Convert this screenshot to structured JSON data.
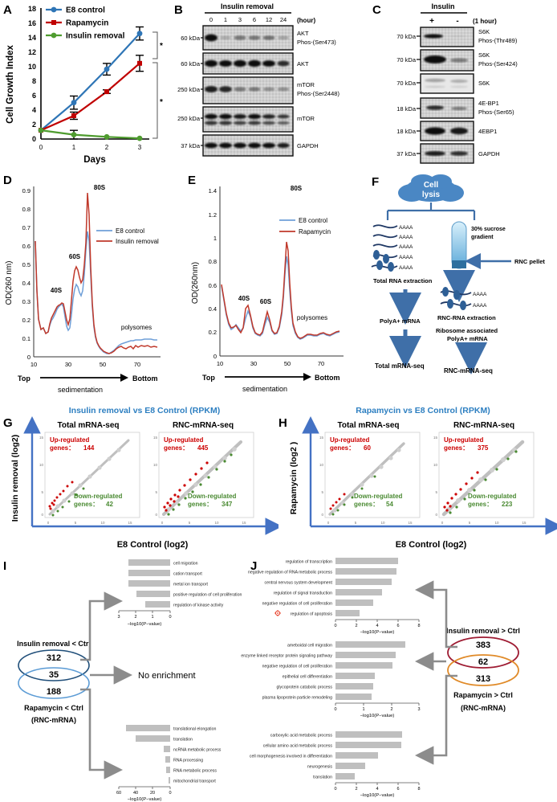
{
  "figure": {
    "panels": [
      "A",
      "B",
      "C",
      "D",
      "E",
      "F",
      "G",
      "H",
      "I",
      "J"
    ]
  },
  "panelA": {
    "label": "A",
    "ylabel": "Cell Growth Index",
    "xlabel": "Days",
    "sig_marks": [
      "*",
      "*"
    ],
    "chart_data": {
      "type": "line",
      "title": "",
      "xlabel": "Days",
      "ylabel": "Cell Growth Index",
      "x": [
        0,
        1,
        2,
        3
      ],
      "xticks": [
        "0",
        "1",
        "2",
        "3"
      ],
      "yticks": [
        "0",
        "2",
        "4",
        "6",
        "8",
        "10",
        "12",
        "14",
        "16",
        "18"
      ],
      "xlim": [
        0,
        3.3
      ],
      "ylim": [
        0,
        18
      ],
      "grid": false,
      "legend_position": "top-left",
      "series": [
        {
          "name": "E8 control",
          "color": "#2e75b6",
          "values": [
            1.2,
            5.0,
            9.6,
            14.5
          ],
          "errors": [
            0.15,
            0.9,
            0.8,
            0.9
          ]
        },
        {
          "name": "Rapamycin",
          "color": "#c00000",
          "values": [
            1.2,
            3.2,
            6.5,
            10.4
          ],
          "errors": [
            0.15,
            0.5,
            0.25,
            1.1
          ]
        },
        {
          "name": "Insulin removal",
          "color": "#4f9c2f",
          "values": [
            1.2,
            0.6,
            0.3,
            0.1
          ],
          "errors": [
            0.1,
            0.6,
            0.1,
            0.05
          ]
        }
      ]
    }
  },
  "panelB": {
    "label": "B",
    "header": "Insulin removal",
    "unit": "(hour)",
    "lanes": [
      "0",
      "1",
      "3",
      "6",
      "12",
      "24"
    ],
    "rows": [
      {
        "kda": "60 kDa",
        "name_line1": "AKT",
        "name_line2": "Phos-(Ser473)",
        "intensities": [
          1.0,
          0.12,
          0.32,
          0.28,
          0.3,
          0.14
        ]
      },
      {
        "kda": "60 kDa",
        "name_line1": "AKT",
        "name_line2": "",
        "intensities": [
          0.95,
          0.92,
          0.95,
          0.95,
          0.9,
          0.8
        ]
      },
      {
        "kda": "250 kDa",
        "name_line1": "mTOR",
        "name_line2": "Phos-(Ser2448)",
        "intensities": [
          0.9,
          0.85,
          0.45,
          0.4,
          0.3,
          0.3
        ]
      },
      {
        "kda": "250 kDa",
        "name_line1": "mTOR",
        "name_line2": "",
        "intensities": [
          0.9,
          0.9,
          0.85,
          0.88,
          0.8,
          0.7
        ]
      },
      {
        "kda": "37 kDa",
        "name_line1": "GAPDH",
        "name_line2": "",
        "intensities": [
          0.85,
          0.85,
          0.85,
          0.85,
          0.85,
          0.8
        ]
      }
    ]
  },
  "panelC": {
    "label": "C",
    "header": "Insulin",
    "unit": "(1 hour)",
    "lanes": [
      "+",
      "-"
    ],
    "rows": [
      {
        "kda": "70 kDa",
        "name_line1": "S6K",
        "name_line2": "Phos-(Thr489)",
        "intensities": [
          0.95,
          0.04
        ]
      },
      {
        "kda": "70 kDa",
        "name_line1": "S6K",
        "name_line2": "Phos-(Ser424)",
        "intensities": [
          1.0,
          0.4
        ]
      },
      {
        "kda": "70 kDa",
        "name_line1": "S6K",
        "name_line2": "",
        "intensities": [
          0.25,
          0.25
        ]
      },
      {
        "kda": "18 kDa",
        "name_line1": "4E-BP1",
        "name_line2": "Phos-(Ser65)",
        "intensities": [
          0.75,
          0.4
        ]
      },
      {
        "kda": "18 kDa",
        "name_line1": "4EBP1",
        "name_line2": "",
        "intensities": [
          0.95,
          0.9
        ]
      },
      {
        "kda": "37 kDa",
        "name_line1": "GAPDH",
        "name_line2": "",
        "intensities": [
          0.8,
          0.75
        ]
      }
    ]
  },
  "panelD": {
    "label": "D",
    "ylabel": "OD(260 nm)",
    "axis_left": "Top",
    "axis_right": "Bottom",
    "axis_center": "sedimentation",
    "peak_labels": [
      "40S",
      "60S",
      "80S",
      "polysomes"
    ],
    "chart_data": {
      "type": "line",
      "title": "",
      "xlabel": "sedimentation",
      "ylabel": "OD(260 nm)",
      "xticks": [
        "10",
        "30",
        "50",
        "70"
      ],
      "yticks": [
        "0",
        "0.1",
        "0.2",
        "0.3",
        "0.4",
        "0.5",
        "0.6",
        "0.7",
        "0.8",
        "0.9"
      ],
      "xlim": [
        10,
        78
      ],
      "ylim": [
        0,
        0.9
      ],
      "annotations": [
        {
          "text": "40S",
          "x": 23,
          "y": 0.38
        },
        {
          "text": "60S",
          "x": 35,
          "y": 0.58
        },
        {
          "text": "80S",
          "x": 43,
          "y": 0.9
        },
        {
          "text": "polysomes",
          "x": 66,
          "y": 0.14
        }
      ],
      "legend_position": "right",
      "series": [
        {
          "name": "E8 control",
          "color": "#6f9fd8"
        },
        {
          "name": "Insulin removal",
          "color": "#c0392b"
        }
      ]
    }
  },
  "panelE": {
    "label": "E",
    "ylabel": "OD(260nm)",
    "axis_left": "Top",
    "axis_right": "Bottom",
    "axis_center": "sedimentation",
    "peak_labels": [
      "40S",
      "60S",
      "80S",
      "polysomes"
    ],
    "chart_data": {
      "type": "line",
      "title": "",
      "xlabel": "sedimentation",
      "ylabel": "OD(260nm)",
      "xticks": [
        "10",
        "30",
        "50",
        "70"
      ],
      "yticks": [
        "0",
        "0.2",
        "0.4",
        "0.6",
        "0.8",
        "1",
        "1.2",
        "1.4"
      ],
      "xlim": [
        10,
        78
      ],
      "ylim": [
        0,
        1.4
      ],
      "annotations": [
        {
          "text": "40S",
          "x": 20,
          "y": 0.47
        },
        {
          "text": "60S",
          "x": 31,
          "y": 0.45
        },
        {
          "text": "80S",
          "x": 42,
          "y": 1.4
        },
        {
          "text": "polysomes",
          "x": 60,
          "y": 0.29
        }
      ],
      "legend_position": "right",
      "series": [
        {
          "name": "E8 control",
          "color": "#6f9fd8"
        },
        {
          "name": "Rapamycin",
          "color": "#c0392b"
        }
      ]
    }
  },
  "panelF": {
    "label": "F",
    "cloud": "Cell\nlysis",
    "cloud_line1": "Cell",
    "cloud_line2": "lysis",
    "tube_label_line1": "30% sucrose",
    "tube_label_line2": "gradient",
    "pellet_label": "RNC pellet",
    "left_steps": [
      "Total RNA extraction",
      "PolyA+ mRNA",
      "Total mRNA-seq"
    ],
    "right_steps": [
      "RNC-RNA extraction",
      "Ribosome associated",
      "PolyA+ mRNA",
      "RNC-mRNA-seq"
    ],
    "right_step2_line1": "Ribosome associated",
    "right_step2_line2": "PolyA+ mRNA",
    "polyA": "AAAA"
  },
  "panelG": {
    "label": "G",
    "title": "Insulin removal vs E8 Control  (RPKM)",
    "ylabel": "Insulin removal (log2)",
    "xlabel": "E8 Control (log2)",
    "plots": [
      {
        "title": "Total mRNA-seq",
        "up_label_line1": "Up-regulated",
        "up_label_line2": "genes：",
        "up_count": "144",
        "down_label_line1": "Down-regulated",
        "down_label_line2": "genes：",
        "down_count": "42",
        "xticks": [
          "0",
          "5",
          "10",
          "15"
        ],
        "yticks": [
          "0",
          "5",
          "10",
          "15"
        ]
      },
      {
        "title": "RNC-mRNA-seq",
        "up_label_line1": "Up-regulated",
        "up_label_line2": "genes：",
        "up_count": "445",
        "down_label_line1": "Down-regulated",
        "down_label_line2": "genes：",
        "down_count": "347",
        "xticks": [
          "0",
          "5",
          "10",
          "15"
        ],
        "yticks": [
          "0",
          "5",
          "10",
          "15"
        ]
      }
    ],
    "chart_data": {
      "type": "scatter",
      "xlabel": "E8 Control (log2)",
      "ylabel": "Insulin removal (log2)",
      "xlim": [
        0,
        15
      ],
      "ylim": [
        0,
        15
      ],
      "series": [
        {
          "name": "Total mRNA-seq up-regulated",
          "color": "#cc0000",
          "count": 144
        },
        {
          "name": "Total mRNA-seq down-regulated",
          "color": "#4a8a32",
          "count": 42
        },
        {
          "name": "RNC-mRNA-seq up-regulated",
          "color": "#cc0000",
          "count": 445
        },
        {
          "name": "RNC-mRNA-seq down-regulated",
          "color": "#4a8a32",
          "count": 347
        }
      ]
    }
  },
  "panelH": {
    "label": "H",
    "title": "Rapamycin vs E8 Control (RPKM)",
    "ylabel": "Rapamycin (log2 )",
    "xlabel": "E8 Control (log2)",
    "plots": [
      {
        "title": "Total mRNA-seq",
        "up_label_line1": "Up-regulated",
        "up_label_line2": "genes：",
        "up_count": "60",
        "down_label_line1": "Down-regulated",
        "down_label_line2": "genes：",
        "down_count": "54",
        "xticks": [
          "0",
          "5",
          "10",
          "15"
        ],
        "yticks": [
          "0",
          "5",
          "10",
          "15"
        ]
      },
      {
        "title": "RNC-mRNA-seq",
        "up_label_line1": "Up-regulated",
        "up_label_line2": "genes：",
        "up_count": "375",
        "down_label_line1": "Down-regulated",
        "down_label_line2": "genes：",
        "down_count": "223",
        "xticks": [
          "0",
          "5",
          "10",
          "15"
        ],
        "yticks": [
          "0",
          "5",
          "10",
          "15"
        ]
      }
    ],
    "chart_data": {
      "type": "scatter",
      "xlabel": "E8 Control (log2)",
      "ylabel": "Rapamycin (log2 )",
      "xlim": [
        0,
        15
      ],
      "ylim": [
        0,
        15
      ],
      "series": [
        {
          "name": "Total mRNA-seq up-regulated",
          "color": "#cc0000",
          "count": 60
        },
        {
          "name": "Total mRNA-seq down-regulated",
          "color": "#4a8a32",
          "count": 54
        },
        {
          "name": "RNC-mRNA-seq up-regulated",
          "color": "#cc0000",
          "count": 375
        },
        {
          "name": "RNC-mRNA-seq down-regulated",
          "color": "#4a8a32",
          "count": 223
        }
      ]
    }
  },
  "panelI": {
    "label": "I",
    "venn": {
      "top_label": "Insulin removal < Ctrl",
      "bottom_label": "Rapamycin < Ctrl",
      "sublabel": "(RNC-mRNA)",
      "top_value": "312",
      "mid_value": "35",
      "bottom_value": "188",
      "top_color": "#1f4e79",
      "bottom_color": "#5b9bd5"
    },
    "no_enrichment": "No enrichment",
    "chart_top": {
      "type": "bar",
      "orientation": "horizontal-reversed",
      "xlabel": "−log10(P−value)",
      "xticks": [
        "3",
        "2",
        "1",
        "0"
      ],
      "xlim": [
        3,
        0
      ],
      "categories": [
        "cell migration",
        "cation transport",
        "metal ion transport",
        "positive regulation of cell proliferation",
        "regulation of kinase activity"
      ],
      "values": [
        2.45,
        2.45,
        2.45,
        1.95,
        1.45
      ],
      "bar_color": "#bfbfbf"
    },
    "chart_bottom": {
      "type": "bar",
      "orientation": "horizontal-reversed",
      "xlabel": "−log10(P−value)",
      "xticks": [
        "60",
        "40",
        "20",
        "0"
      ],
      "xlim": [
        60,
        0
      ],
      "categories": [
        "translational elongation",
        "translation",
        "ncRNA metabolic process",
        "RNA processing",
        "RNA metabolic process",
        "mitochondrial transport"
      ],
      "values": [
        52,
        41,
        7,
        5,
        4,
        1.5
      ],
      "bar_color": "#bfbfbf"
    }
  },
  "panelJ": {
    "label": "J",
    "venn": {
      "top_label": "Insulin removal > Ctrl",
      "bottom_label": "Rapamycin > Ctrl",
      "sublabel": "(RNC-mRNA)",
      "top_value": "383",
      "mid_value": "62",
      "bottom_value": "313",
      "top_color": "#9e1b32",
      "bottom_color": "#e08a28"
    },
    "chart_top": {
      "type": "bar",
      "orientation": "horizontal",
      "xlabel": "−log10(P−value)",
      "xticks": [
        "0",
        "2",
        "4",
        "6",
        "8"
      ],
      "xlim": [
        0,
        8
      ],
      "categories": [
        "regulation of transcription",
        "negative regulation of RNA metabolic process",
        "central nervous system development",
        "regulation of signal transduction",
        "negative regulation of cell proliferation",
        "regulation of apoptosis"
      ],
      "values": [
        6.0,
        5.85,
        5.35,
        4.5,
        3.6,
        2.3
      ],
      "bar_color": "#bfbfbf",
      "marked_category": "regulation of apoptosis",
      "marker_color": "#e8412a"
    },
    "chart_mid": {
      "type": "bar",
      "orientation": "horizontal",
      "xlabel": "−log10(P−value)",
      "xticks": [
        "0",
        "1",
        "2",
        "3"
      ],
      "xlim": [
        0,
        3
      ],
      "categories": [
        "ameboidal cell migration",
        "enzyme linked receptor protein signaling pathway",
        "negative regulation of cell proliferation",
        "epithelial cell differentiation",
        "glycoprotein catabolic process",
        "plasma lipoprotein particle remodeling"
      ],
      "values": [
        2.5,
        2.15,
        2.05,
        1.4,
        1.35,
        1.3
      ],
      "bar_color": "#bfbfbf"
    },
    "chart_bottom": {
      "type": "bar",
      "orientation": "horizontal",
      "xlabel": "−log10(P−value)",
      "xticks": [
        "0",
        "2",
        "4",
        "6",
        "8"
      ],
      "xlim": [
        0,
        8
      ],
      "categories": [
        "carboxylic acid metabolic process",
        "cellular amino acid metabolic process",
        "cell morphogenesis involved in differentiation",
        "neurogenesis",
        "translation"
      ],
      "values": [
        6.4,
        6.35,
        4.05,
        2.85,
        1.85
      ],
      "bar_color": "#bfbfbf"
    }
  }
}
